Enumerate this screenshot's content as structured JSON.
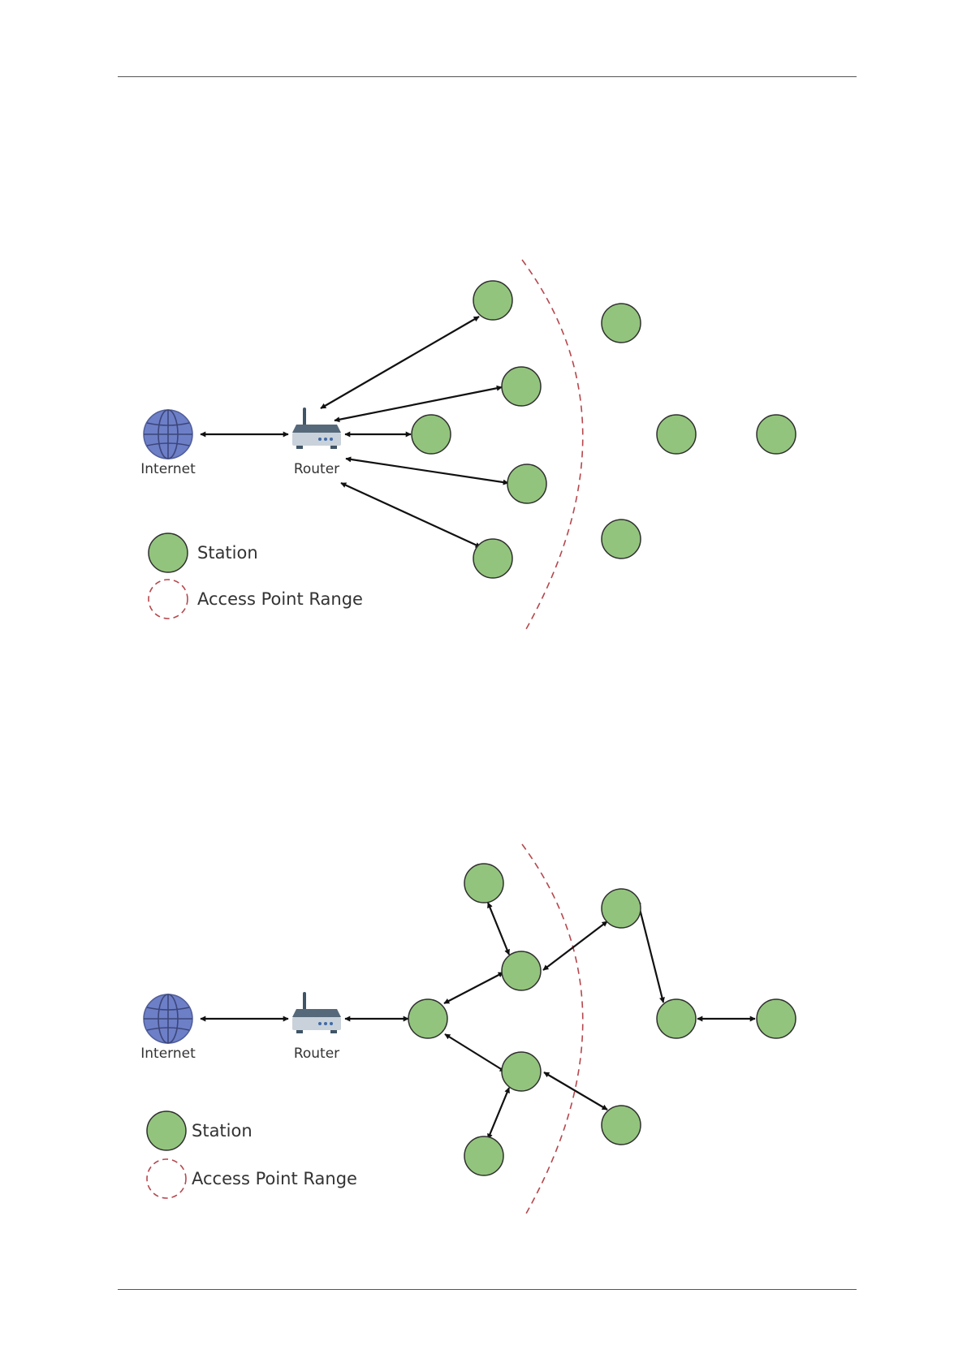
{
  "colors": {
    "station_fill": "#93c47d",
    "station_stroke": "#2f2f2f",
    "range_arc": "#b5474d",
    "globe": "#6d7fc7",
    "router_body": "#56697a",
    "arrow": "#111111"
  },
  "icons": [
    "globe-icon",
    "router-icon"
  ],
  "diagrams": [
    {
      "id": "access-point-mode",
      "internet_label": "Internet",
      "router_label": "Router",
      "legend": {
        "station_label": "Station",
        "range_label": "Access Point Range"
      }
    },
    {
      "id": "mesh-mode",
      "internet_label": "Internet",
      "router_label": "Router",
      "legend": {
        "station_label": "Station",
        "range_label": "Access Point Range"
      }
    }
  ]
}
